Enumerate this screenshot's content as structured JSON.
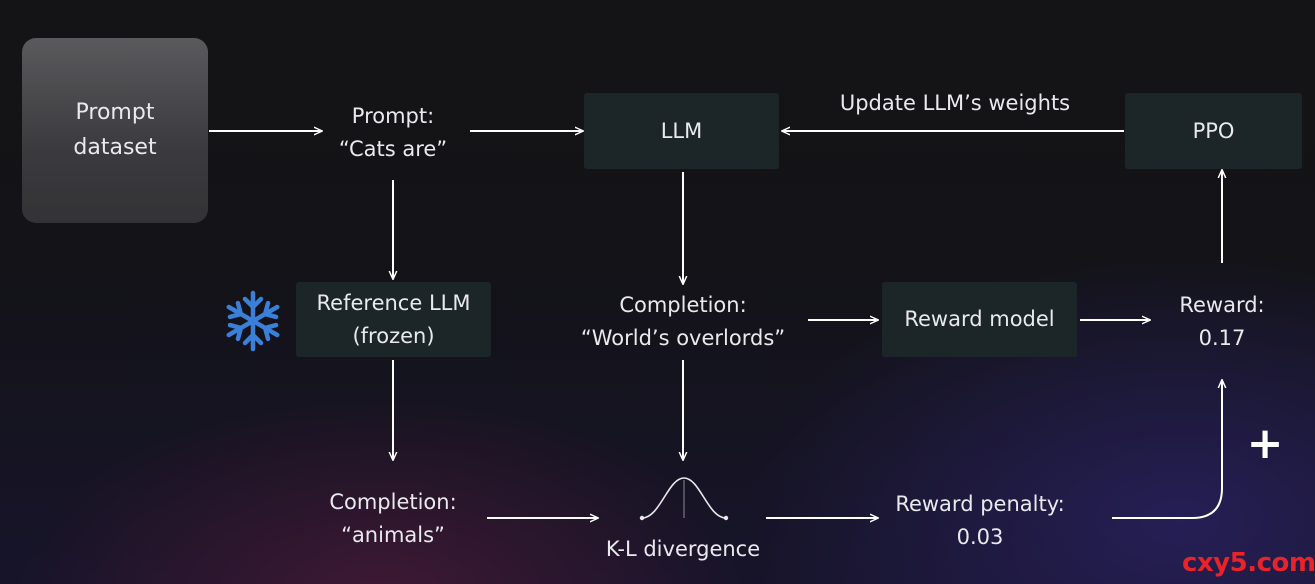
{
  "nodes": {
    "prompt_dataset": {
      "line1": "Prompt",
      "line2": "dataset"
    },
    "prompt": {
      "line1": "Prompt:",
      "line2": "“Cats are”"
    },
    "llm": {
      "label": "LLM"
    },
    "update_weights": {
      "label": "Update LLM’s weights"
    },
    "ppo": {
      "label": "PPO"
    },
    "reference_llm": {
      "line1": "Reference LLM",
      "line2": "(frozen)"
    },
    "completion_main": {
      "line1": "Completion:",
      "line2": "“World’s overlords”"
    },
    "reward_model": {
      "label": "Reward model"
    },
    "reward": {
      "line1": "Reward:",
      "line2": "0.17"
    },
    "completion_ref": {
      "line1": "Completion:",
      "line2": "“animals”"
    },
    "kl_divergence": {
      "label": "K-L divergence"
    },
    "reward_penalty": {
      "line1": "Reward penalty:",
      "line2": "0.03"
    },
    "plus": {
      "label": "+"
    }
  },
  "icons": {
    "frozen": "snowflake-icon",
    "kl": "bell-curve-icon"
  },
  "watermark": {
    "label": "cxy5.com"
  },
  "colors": {
    "box_fill": "#1c2527",
    "dataset_fill": "#4a4a4d",
    "arrow": "#ffffff",
    "snowflake": "#3a7fd8",
    "watermark": "#e8232a"
  }
}
